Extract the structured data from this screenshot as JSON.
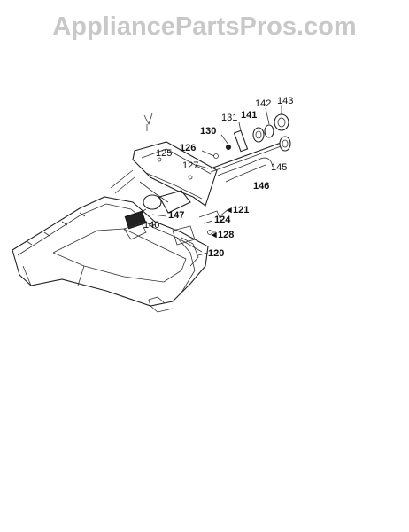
{
  "watermark": "AppliancePartsPros.com",
  "labels": {
    "p143": "143",
    "p142": "142",
    "p131": "131",
    "p141": "141",
    "p130": "130",
    "p126": "126",
    "p125": "125",
    "p127": "127",
    "p145": "145",
    "p146": "146",
    "p121": "121",
    "p147": "147",
    "p124": "124",
    "p140": "140",
    "p128": "128",
    "p120": "120"
  },
  "colors": {
    "watermark": "#c8c8c8",
    "line": "#222222",
    "background": "#ffffff"
  }
}
